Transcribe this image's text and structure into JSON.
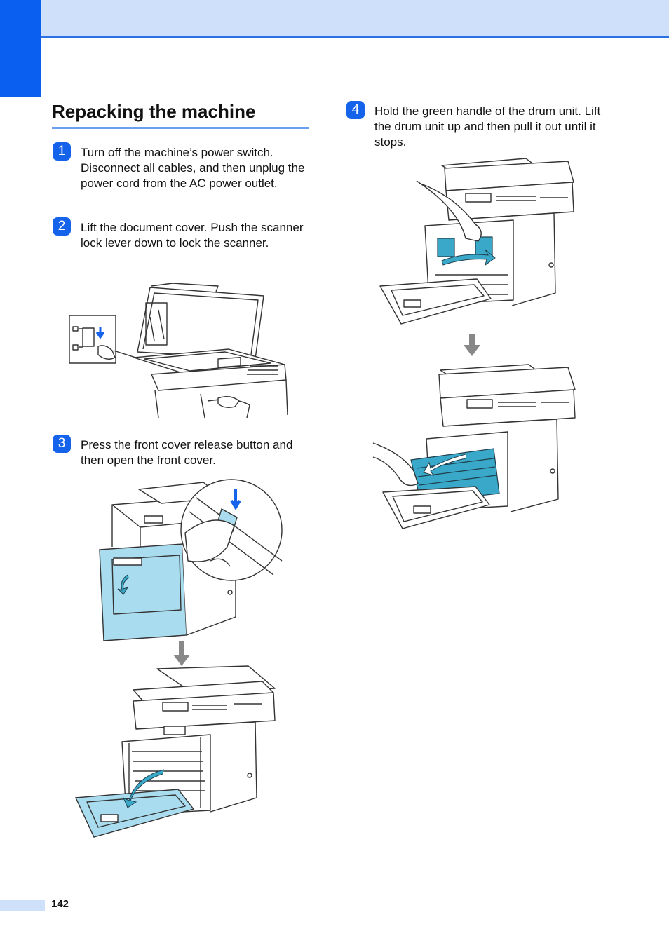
{
  "page": {
    "section_title": "Repacking the machine",
    "page_number": "142"
  },
  "colors": {
    "accent": "#0a5ef0",
    "band": "#cfe0fb",
    "highlight_blue": "#a9dcef",
    "teal": "#3aa8c8"
  },
  "steps": [
    {
      "badge": "1",
      "text": "Turn off the machine’s power switch. Disconnect all cables, and then unplug the power cord from the AC power outlet."
    },
    {
      "badge": "2",
      "text": "Lift the document cover. Push the scanner lock lever down to lock the scanner."
    },
    {
      "badge": "3",
      "text": "Press the front cover release button and then open the front cover."
    },
    {
      "badge": "4",
      "text": "Hold the green handle of the drum unit. Lift the drum unit up and then pull it out until it stops."
    }
  ],
  "figures": {
    "scanner_lock": "scanner-lock-illustration",
    "front_cover_release": "front-cover-release-illustration",
    "front_cover_open": "front-cover-open-illustration",
    "drum_lift": "drum-lift-illustration",
    "drum_pull": "drum-pull-illustration",
    "arrow": "down-arrow-icon"
  }
}
